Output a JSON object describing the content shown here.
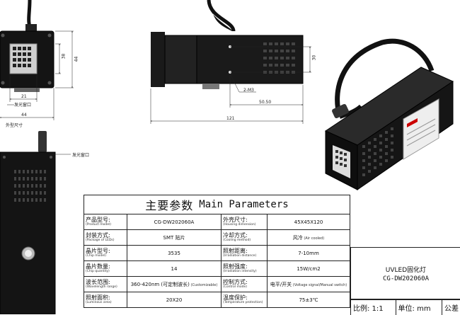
{
  "drawing": {
    "front_view": {
      "dim_height": "38",
      "dim_outer_height": "44",
      "dim_window_width": "21",
      "window_label": "发光窗口",
      "dim_outer_width": "44",
      "outer_size_label": "外型尺寸"
    },
    "top_view": {
      "dim_height": "30",
      "dim_hole_label": "2-M3",
      "dim_hole_offset": "50.50",
      "dim_length": "121"
    },
    "side_view": {
      "window_label": "发光窗口"
    }
  },
  "params": {
    "title_cn": "主要参数",
    "title_en": "Main Parameters",
    "rows": [
      {
        "l1_cn": "产品型号:",
        "l1_en": "(Product model)",
        "v1": "CG-DW202060A",
        "l2_cn": "外壳尺寸:",
        "l2_en": "(Housing dimension)",
        "v2": "45X45X120",
        "v2_en": ""
      },
      {
        "l1_cn": "封装方式:",
        "l1_en": "(Package of LEDs)",
        "v1": "SMT 贴片",
        "l2_cn": "冷却方式:",
        "l2_en": "(Cooling method)",
        "v2": "风冷",
        "v2_en": "(Air cooled)"
      },
      {
        "l1_cn": "晶片型号:",
        "l1_en": "(Chip model)",
        "v1": "3535",
        "l2_cn": "照射距离:",
        "l2_en": "(Irradiation distance)",
        "v2": "7-10mm",
        "v2_en": ""
      },
      {
        "l1_cn": "晶片数量:",
        "l1_en": "(Chip quantity)",
        "v1": "14",
        "l2_cn": "照射强度:",
        "l2_en": "(Irradiation intensity)",
        "v2": "15W/cm2",
        "v2_en": ""
      },
      {
        "l1_cn": "波长范围:",
        "l1_en": "(Wavelength range)",
        "v1": "360-420nm (可定制波长)",
        "v1_en": "(Customizable)",
        "l2_cn": "控制方式:",
        "l2_en": "(Control mode)",
        "v2": "电平/开关",
        "v2_en": "(Voltage signal/Manual switch)"
      },
      {
        "l1_cn": "照射面积:",
        "l1_en": "(Luminous area)",
        "v1": "20X20",
        "l2_cn": "温度保护:",
        "l2_en": "(Temperature protection)",
        "v2": "75±3℃",
        "v2_en": ""
      }
    ]
  },
  "title_block": {
    "product_cn": "UVLED固化灯",
    "model": "CG-DW202060A",
    "scale_label": "比例: 1:1",
    "unit_label": "单位: mm",
    "tol_label": "公差"
  }
}
